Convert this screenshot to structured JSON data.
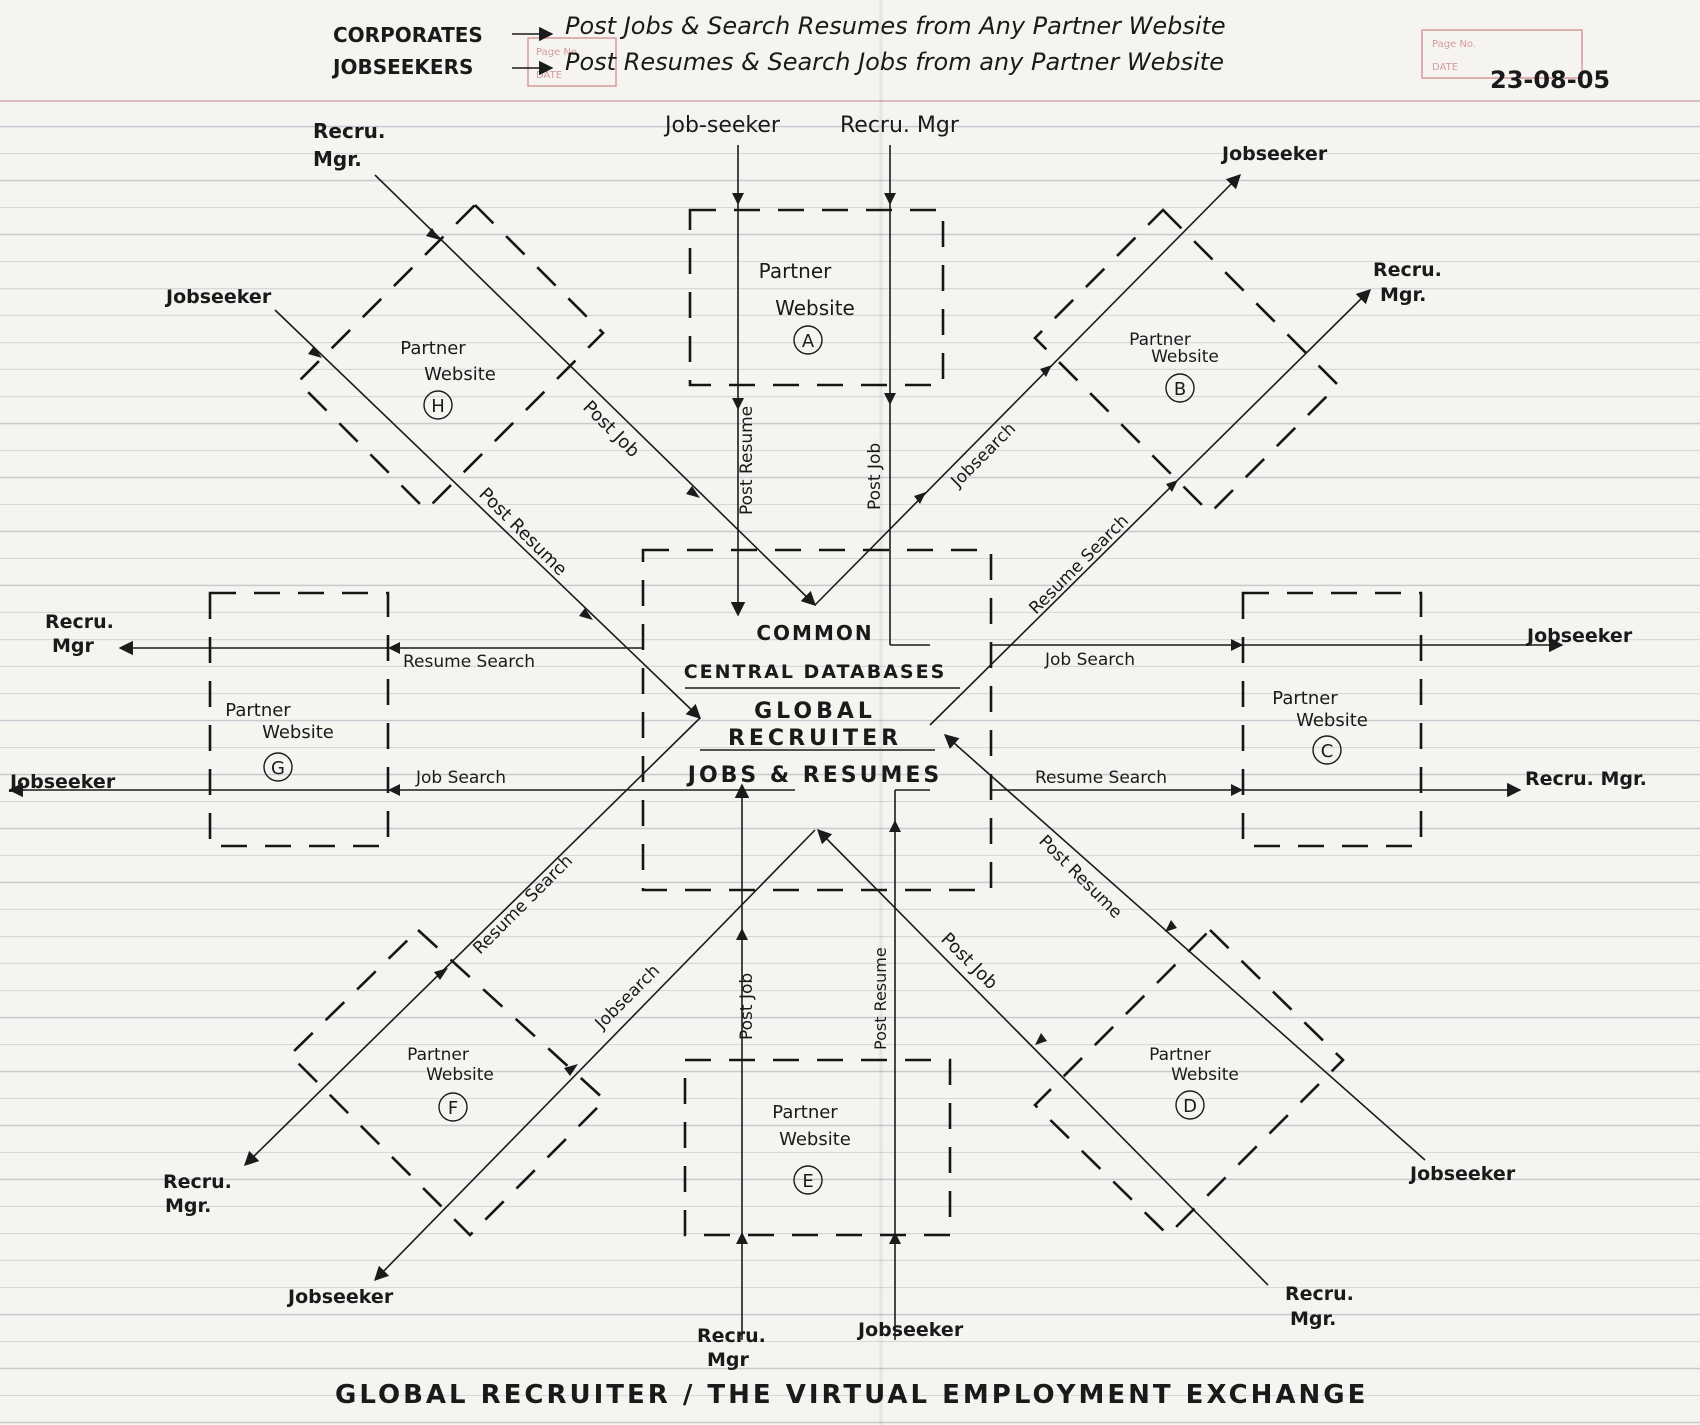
{
  "header": {
    "line1_label": "CORPORATES",
    "line1_text": "Post Jobs & Search Resumes from Any Partner Website",
    "line2_label": "JOBSEEKERS",
    "line2_text": "Post Resumes & Search Jobs from any Partner Website",
    "date": "23-08-05"
  },
  "stamps": {
    "page_no": "Page No.",
    "date": "DATE"
  },
  "center": {
    "line1": "COMMON",
    "line2": "CENTRAL DATABASES",
    "line3": "GLOBAL",
    "line4": "RECRUITER",
    "line5": "JOBS & RESUMES"
  },
  "partners": {
    "label_top": "Partner",
    "label_bottom": "Website",
    "letters": [
      "A",
      "B",
      "C",
      "D",
      "E",
      "F",
      "G",
      "H"
    ]
  },
  "actors": {
    "jobseeker_a": "Job-seeker",
    "recruiter_a": "Recru. Mgr",
    "jobseeker_b": "Jobseeker",
    "recruiter_b_1": "Recru.",
    "recruiter_b_2": "Mgr.",
    "jobseeker_c": "Jobseeker",
    "recruiter_c": "Recru. Mgr.",
    "jobseeker_d": "Jobseeker",
    "recruiter_d_1": "Recru.",
    "recruiter_d_2": "Mgr.",
    "recruiter_e_1": "Recru.",
    "recruiter_e_2": "Mgr",
    "jobseeker_e": "Jobseeker",
    "recruiter_f_1": "Recru.",
    "recruiter_f_2": "Mgr.",
    "jobseeker_f": "Jobseeker",
    "recruiter_g_1": "Recru.",
    "recruiter_g_2": "Mgr",
    "jobseeker_g": "Jobseeker",
    "recruiter_h_1": "Recru.",
    "recruiter_h_2": "Mgr.",
    "jobseeker_h": "Jobseeker"
  },
  "flows": {
    "post_resume": "Post Resume",
    "post_job": "Post Job",
    "job_search": "Job Search",
    "jobsearch": "Jobsearch",
    "resume_search": "Resume Search"
  },
  "footer": {
    "title": "GLOBAL RECRUITER / THE VIRTUAL EMPLOYMENT EXCHANGE"
  },
  "colors": {
    "ink": "#1a1a1a",
    "rule_lines": "#c9c9cf",
    "stamp": "#d69a9a",
    "paper": "#f5f4f0"
  }
}
